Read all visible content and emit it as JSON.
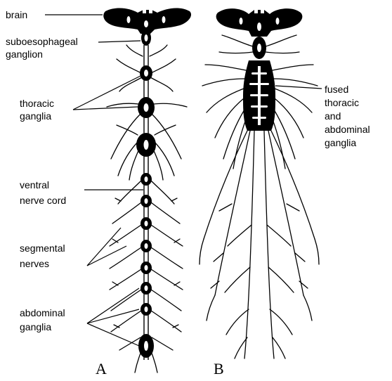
{
  "labels": {
    "brain": "brain",
    "subesophageal_line1": "suboesophageal",
    "subesophageal_line2": "ganglion",
    "thoracic_line1": "thoracic",
    "thoracic_line2": "ganglia",
    "ventral_line1": "ventral",
    "ventral_line2": "nerve cord",
    "segmental_line1": "segmental",
    "segmental_line2": "nerves",
    "abdominal_line1": "abdominal",
    "abdominal_line2": "ganglia",
    "fused_line1": "fused",
    "fused_line2": "thoracic",
    "fused_line3": "and",
    "fused_line4": "abdominal",
    "fused_line5": "ganglia"
  },
  "panels": {
    "a": "A",
    "b": "B"
  }
}
